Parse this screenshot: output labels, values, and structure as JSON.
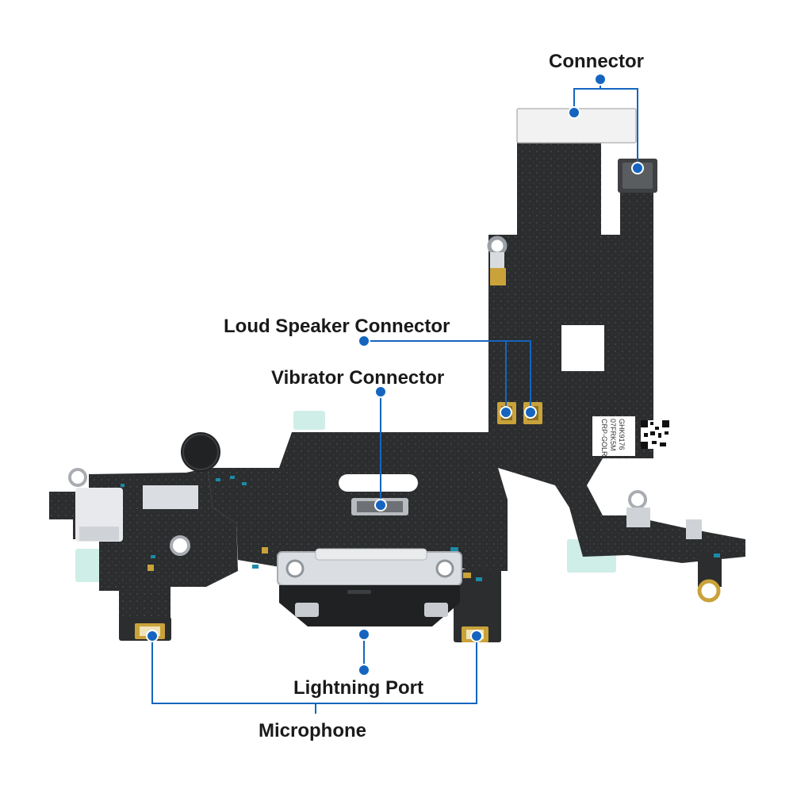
{
  "labels": {
    "connector": "Connector",
    "loud_speaker_connector": "Loud Speaker Connector",
    "vibrator_connector": "Vibrator Connector",
    "lightning_port": "Lightning Port",
    "microphone": "Microphone"
  },
  "sticker_text": {
    "line1": "GHK9176",
    "line2": "07FRK5M",
    "line3": "CRP-GOLR"
  },
  "colors": {
    "callout_line": "#1565c0",
    "callout_dot": "#1565c0",
    "flex_cable": "#2b2d2e",
    "component_pad": "#c9a23a",
    "metal_bracket": "#d5d8dc",
    "protective_film": "#cfeee8",
    "label_text": "#1a1a1a"
  }
}
